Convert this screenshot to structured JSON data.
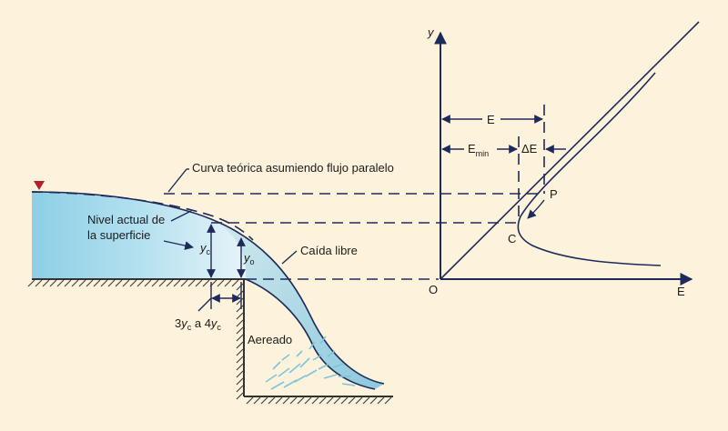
{
  "colors": {
    "background": "#fdf3dc",
    "water_light": "#e2f2f8",
    "water_dark": "#8dcfe6",
    "line": "#1e2a5a",
    "marker": "#b3222a",
    "spray": "#7fc4dc"
  },
  "labels": {
    "curva_teorica": "Curva teórica asumiendo flujo paralelo",
    "nivel_actual_1": "Nivel actual de",
    "nivel_actual_2": "la superficie",
    "caida_libre": "Caída libre",
    "aereado": "Aereado",
    "yc_y": "y",
    "yc_sub": "c",
    "yo_y": "y",
    "yo_sub": "o",
    "dist_3": "3",
    "dist_y1": "y",
    "dist_c1": "c",
    "dist_a": " a 4",
    "dist_y2": "y",
    "dist_c2": "c"
  },
  "axes": {
    "y_label": "y",
    "x_label": "E",
    "origin_label": "O"
  },
  "energy": {
    "E_label": "E",
    "Emin_main": "E",
    "Emin_sub": "min",
    "deltaE_label": "ΔE",
    "point_P": "P",
    "point_C": "C"
  },
  "icons": {
    "water_surface_marker": "inverted-triangle-icon"
  }
}
